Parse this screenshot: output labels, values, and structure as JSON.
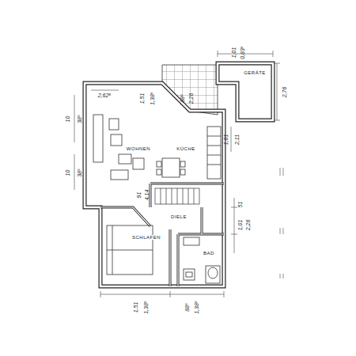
{
  "diagram": {
    "labels": [
      "GERÄTE",
      "WOHNEN",
      "KÜCHE",
      "DIELE",
      "SCHLAFEN",
      "BAD",
      "1,01",
      "0,83⁵",
      "2,76",
      "1,01",
      "2,11",
      "1,51",
      "1,38⁵",
      "2,62⁵",
      "10",
      "38⁵",
      "10",
      "38⁵",
      "88⁵",
      "2,26",
      "91",
      "4,14",
      "51",
      "1,01",
      "2,26",
      "1,51",
      "1,38⁵",
      "88⁵",
      "1,38⁵"
    ]
  }
}
